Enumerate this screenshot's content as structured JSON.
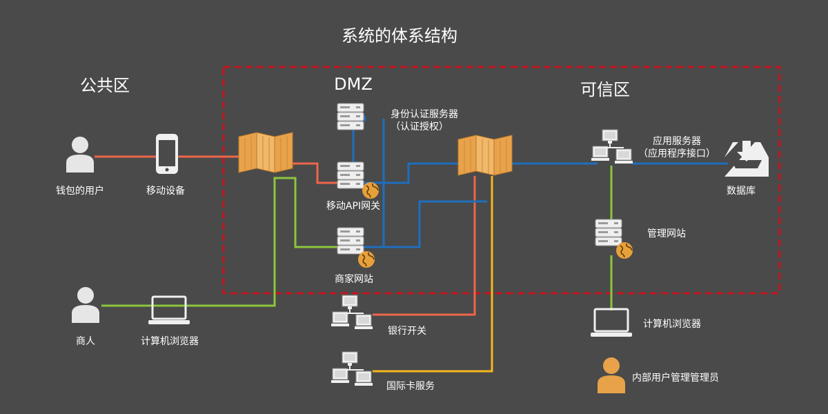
{
  "title": "系统的体系结构",
  "zones": {
    "public": "公共区",
    "dmz": "DMZ",
    "trusted": "可信区"
  },
  "nodes": {
    "wallet_user": "钱包的用户",
    "mobile_device": "移动设备",
    "merchant": "商人",
    "computer_browser_left": "计算机浏览器",
    "identity_server_line1": "身份认证服务器",
    "identity_server_line2": "（认证授权）",
    "mobile_api_gateway": "移动API网关",
    "merchant_site": "商家网站",
    "bank_switch": "银行开关",
    "intl_card_service": "国际卡服务",
    "app_server_line1": "应用服务器",
    "app_server_line2": "（应用程序接口）",
    "database": "数据库",
    "admin_site": "管理网站",
    "computer_browser_right": "计算机浏览器",
    "internal_admin": "内部用户管理管理员"
  },
  "colors": {
    "background": "#4a4a4a",
    "dmz_border": "#c8141e",
    "red_line": "#f0664a",
    "green_line": "#8cc63e",
    "blue_line": "#1f6fbf",
    "yellow_line": "#f5b81c",
    "firewall": "#e8a24a",
    "globe": "#e8a03a",
    "person_internal": "#e8a24a",
    "device": "#f0f0f0"
  }
}
